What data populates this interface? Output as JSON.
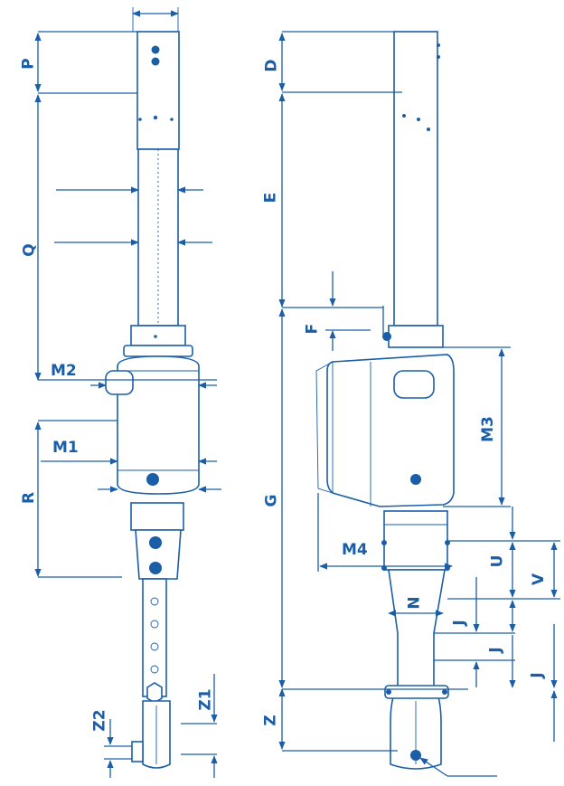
{
  "colors": {
    "ink": "#1a5ea8",
    "background": "#ffffff"
  },
  "labels": {
    "P": "P",
    "Q": "Q",
    "R": "R",
    "M1": "M1",
    "M2": "M2",
    "Z1": "Z1",
    "Z2": "Z2",
    "D": "D",
    "E": "E",
    "F": "F",
    "G": "G",
    "Z": "Z",
    "M3": "M3",
    "M4": "M4",
    "N": "N",
    "U": "U",
    "V": "V",
    "J1": "J",
    "J2": "J",
    "J3": "J"
  }
}
